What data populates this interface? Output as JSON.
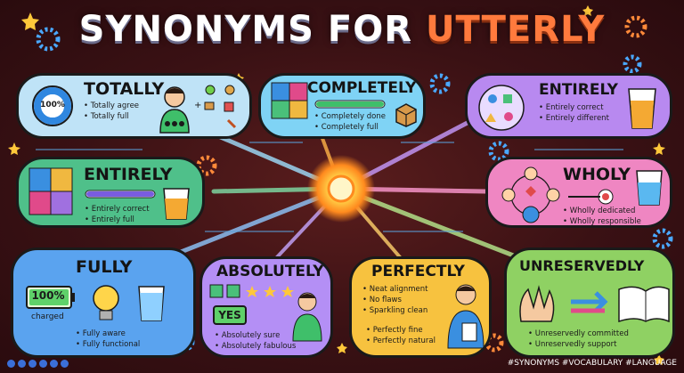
{
  "title": {
    "part1": "SYNONYMS FOR",
    "part2": "UTTERLY"
  },
  "cards": {
    "totally": {
      "heading": "TOTALLY",
      "badge": "100%",
      "bullets": [
        "Totally agree",
        "Totally full"
      ]
    },
    "completely": {
      "heading": "COMPLETELY",
      "bullets": [
        "Completely done",
        "Completely full"
      ]
    },
    "entirely_top": {
      "heading": "ENTIRELY",
      "bullets": [
        "Entirely correct",
        "Entirely different"
      ]
    },
    "entirely_left": {
      "heading": "ENTIRELY",
      "bullets": [
        "Entirely correct",
        "Entirely full"
      ]
    },
    "wholly": {
      "heading": "WHOLY",
      "bullets": [
        "Wholly dedicated",
        "Wholly responsible"
      ]
    },
    "fully": {
      "heading": "FULLY",
      "battery": "100%",
      "battery_caption": "charged",
      "bullets": [
        "Fully aware",
        "Fully functional"
      ]
    },
    "absolutely": {
      "heading": "ABSOLUTELY",
      "yes_label": "YES",
      "bullets": [
        "Absolutely sure",
        "Absolutely fabulous"
      ]
    },
    "perfectly": {
      "heading": "PERFECTLY",
      "bullets_top": [
        "Neat alignment",
        "No flaws",
        "Sparkling clean"
      ],
      "bullets_bottom": [
        "Perfectly fine",
        "Perfectly natural"
      ]
    },
    "unreservedly": {
      "heading": "UNRESERVEDLY",
      "bullets": [
        "Unreservedly committed",
        "Unreservedly support"
      ]
    }
  },
  "footer": {
    "hashtags": "#SYNONYMS #VOCABULARY #LANGUAGE"
  },
  "colors": {
    "background": "#3a1114",
    "accent_orange": "#ff7a3d",
    "totally": "#bfe3f7",
    "completely": "#7fd3f5",
    "entirely_top": "#b889f0",
    "entirely_left": "#4fc08a",
    "wholly": "#ef86c2",
    "fully": "#5aa3ef",
    "absolutely": "#b48ff5",
    "perfectly": "#f7c23f",
    "unreservedly": "#8fd163"
  }
}
